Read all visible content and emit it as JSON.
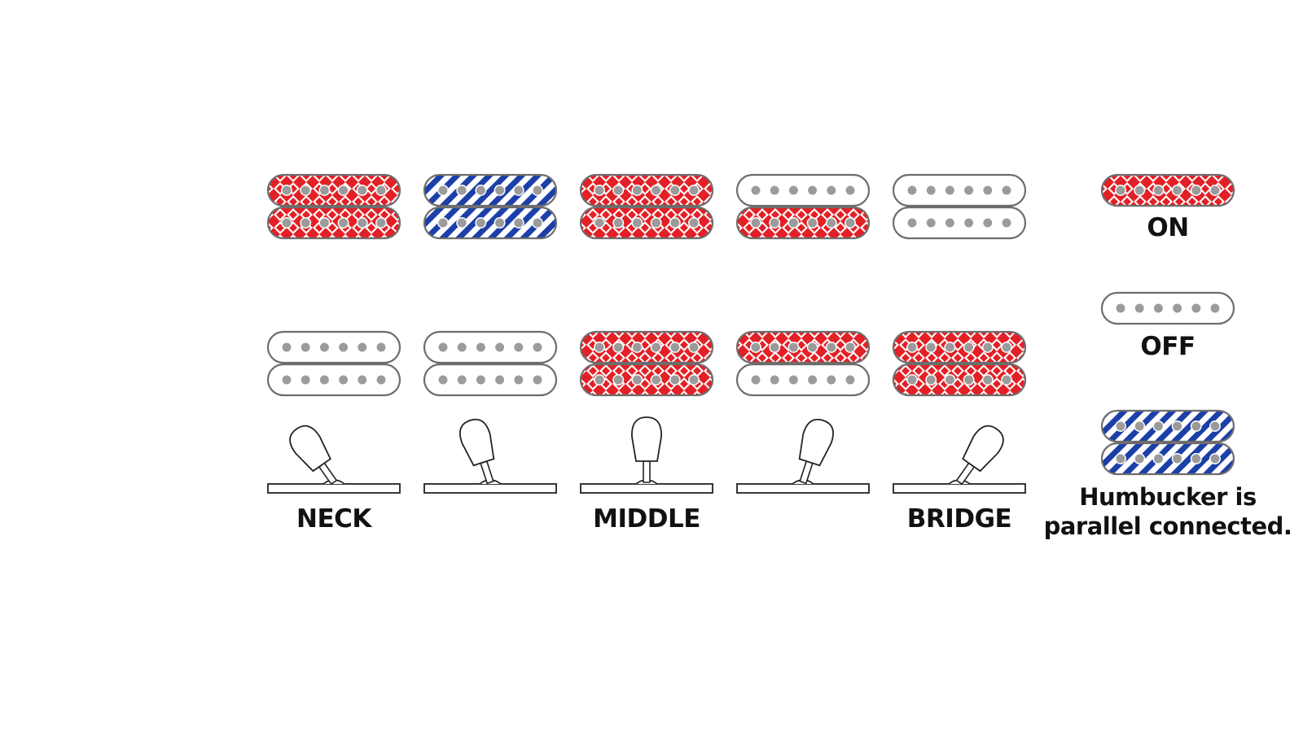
{
  "colors": {
    "on_red": "#e32026",
    "parallel_blue": "#1c3fa8",
    "off_white": "#ffffff",
    "outline": "#6d6d6d",
    "pole": "#9b9b9b",
    "text": "#111111"
  },
  "positions": [
    {
      "label": "NECK",
      "neck_pickup": [
        "on",
        "on"
      ],
      "bridge_pickup": [
        "off",
        "off"
      ],
      "switch_angle_deg": -35
    },
    {
      "label": "",
      "neck_pickup": [
        "parallel",
        "parallel"
      ],
      "bridge_pickup": [
        "off",
        "off"
      ],
      "switch_angle_deg": -18
    },
    {
      "label": "MIDDLE",
      "neck_pickup": [
        "on",
        "on"
      ],
      "bridge_pickup": [
        "on",
        "on"
      ],
      "switch_angle_deg": 0
    },
    {
      "label": "",
      "neck_pickup": [
        "off",
        "on"
      ],
      "bridge_pickup": [
        "on",
        "off"
      ],
      "switch_angle_deg": 18
    },
    {
      "label": "BRIDGE",
      "neck_pickup": [
        "off",
        "off"
      ],
      "bridge_pickup": [
        "on",
        "on"
      ],
      "switch_angle_deg": 35
    }
  ],
  "legend": {
    "on_label": "ON",
    "off_label": "OFF",
    "parallel_label_line1": "Humbucker is",
    "parallel_label_line2": "parallel connected."
  }
}
